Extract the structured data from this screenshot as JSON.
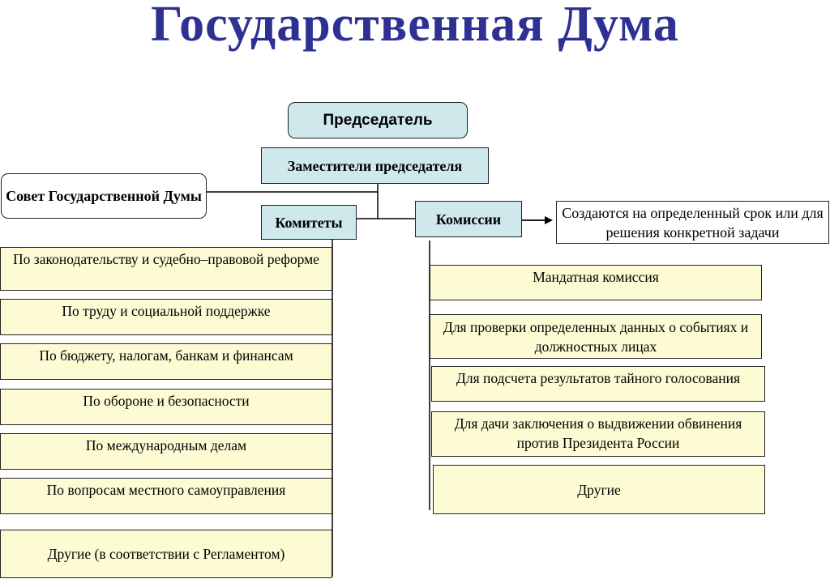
{
  "title": "Государственная Дума",
  "chairman": "Председатель",
  "deputies": "Заместители председателя",
  "council": "Совет Государственной Думы",
  "committees": {
    "label": "Комитеты",
    "items": [
      "По законодательству и судебно–правовой реформе",
      "По труду и социальной поддержке",
      "По бюджету, налогам, банкам и финансам",
      "По обороне и безопасности",
      "По международным делам",
      "По вопросам местного самоуправления",
      "Другие (в соответствии с Регламентом)"
    ]
  },
  "commissions": {
    "label": "Комиссии",
    "note": "Создаются на определенный срок или для решения конкретной задачи",
    "items": [
      "Мандатная комиссия",
      "Для проверки определенных данных о событиях и должностных лицах",
      "Для подсчета результатов тайного голосования",
      "Для дачи заключения о выдвижении обвинения против Президента России",
      "Другие"
    ]
  }
}
